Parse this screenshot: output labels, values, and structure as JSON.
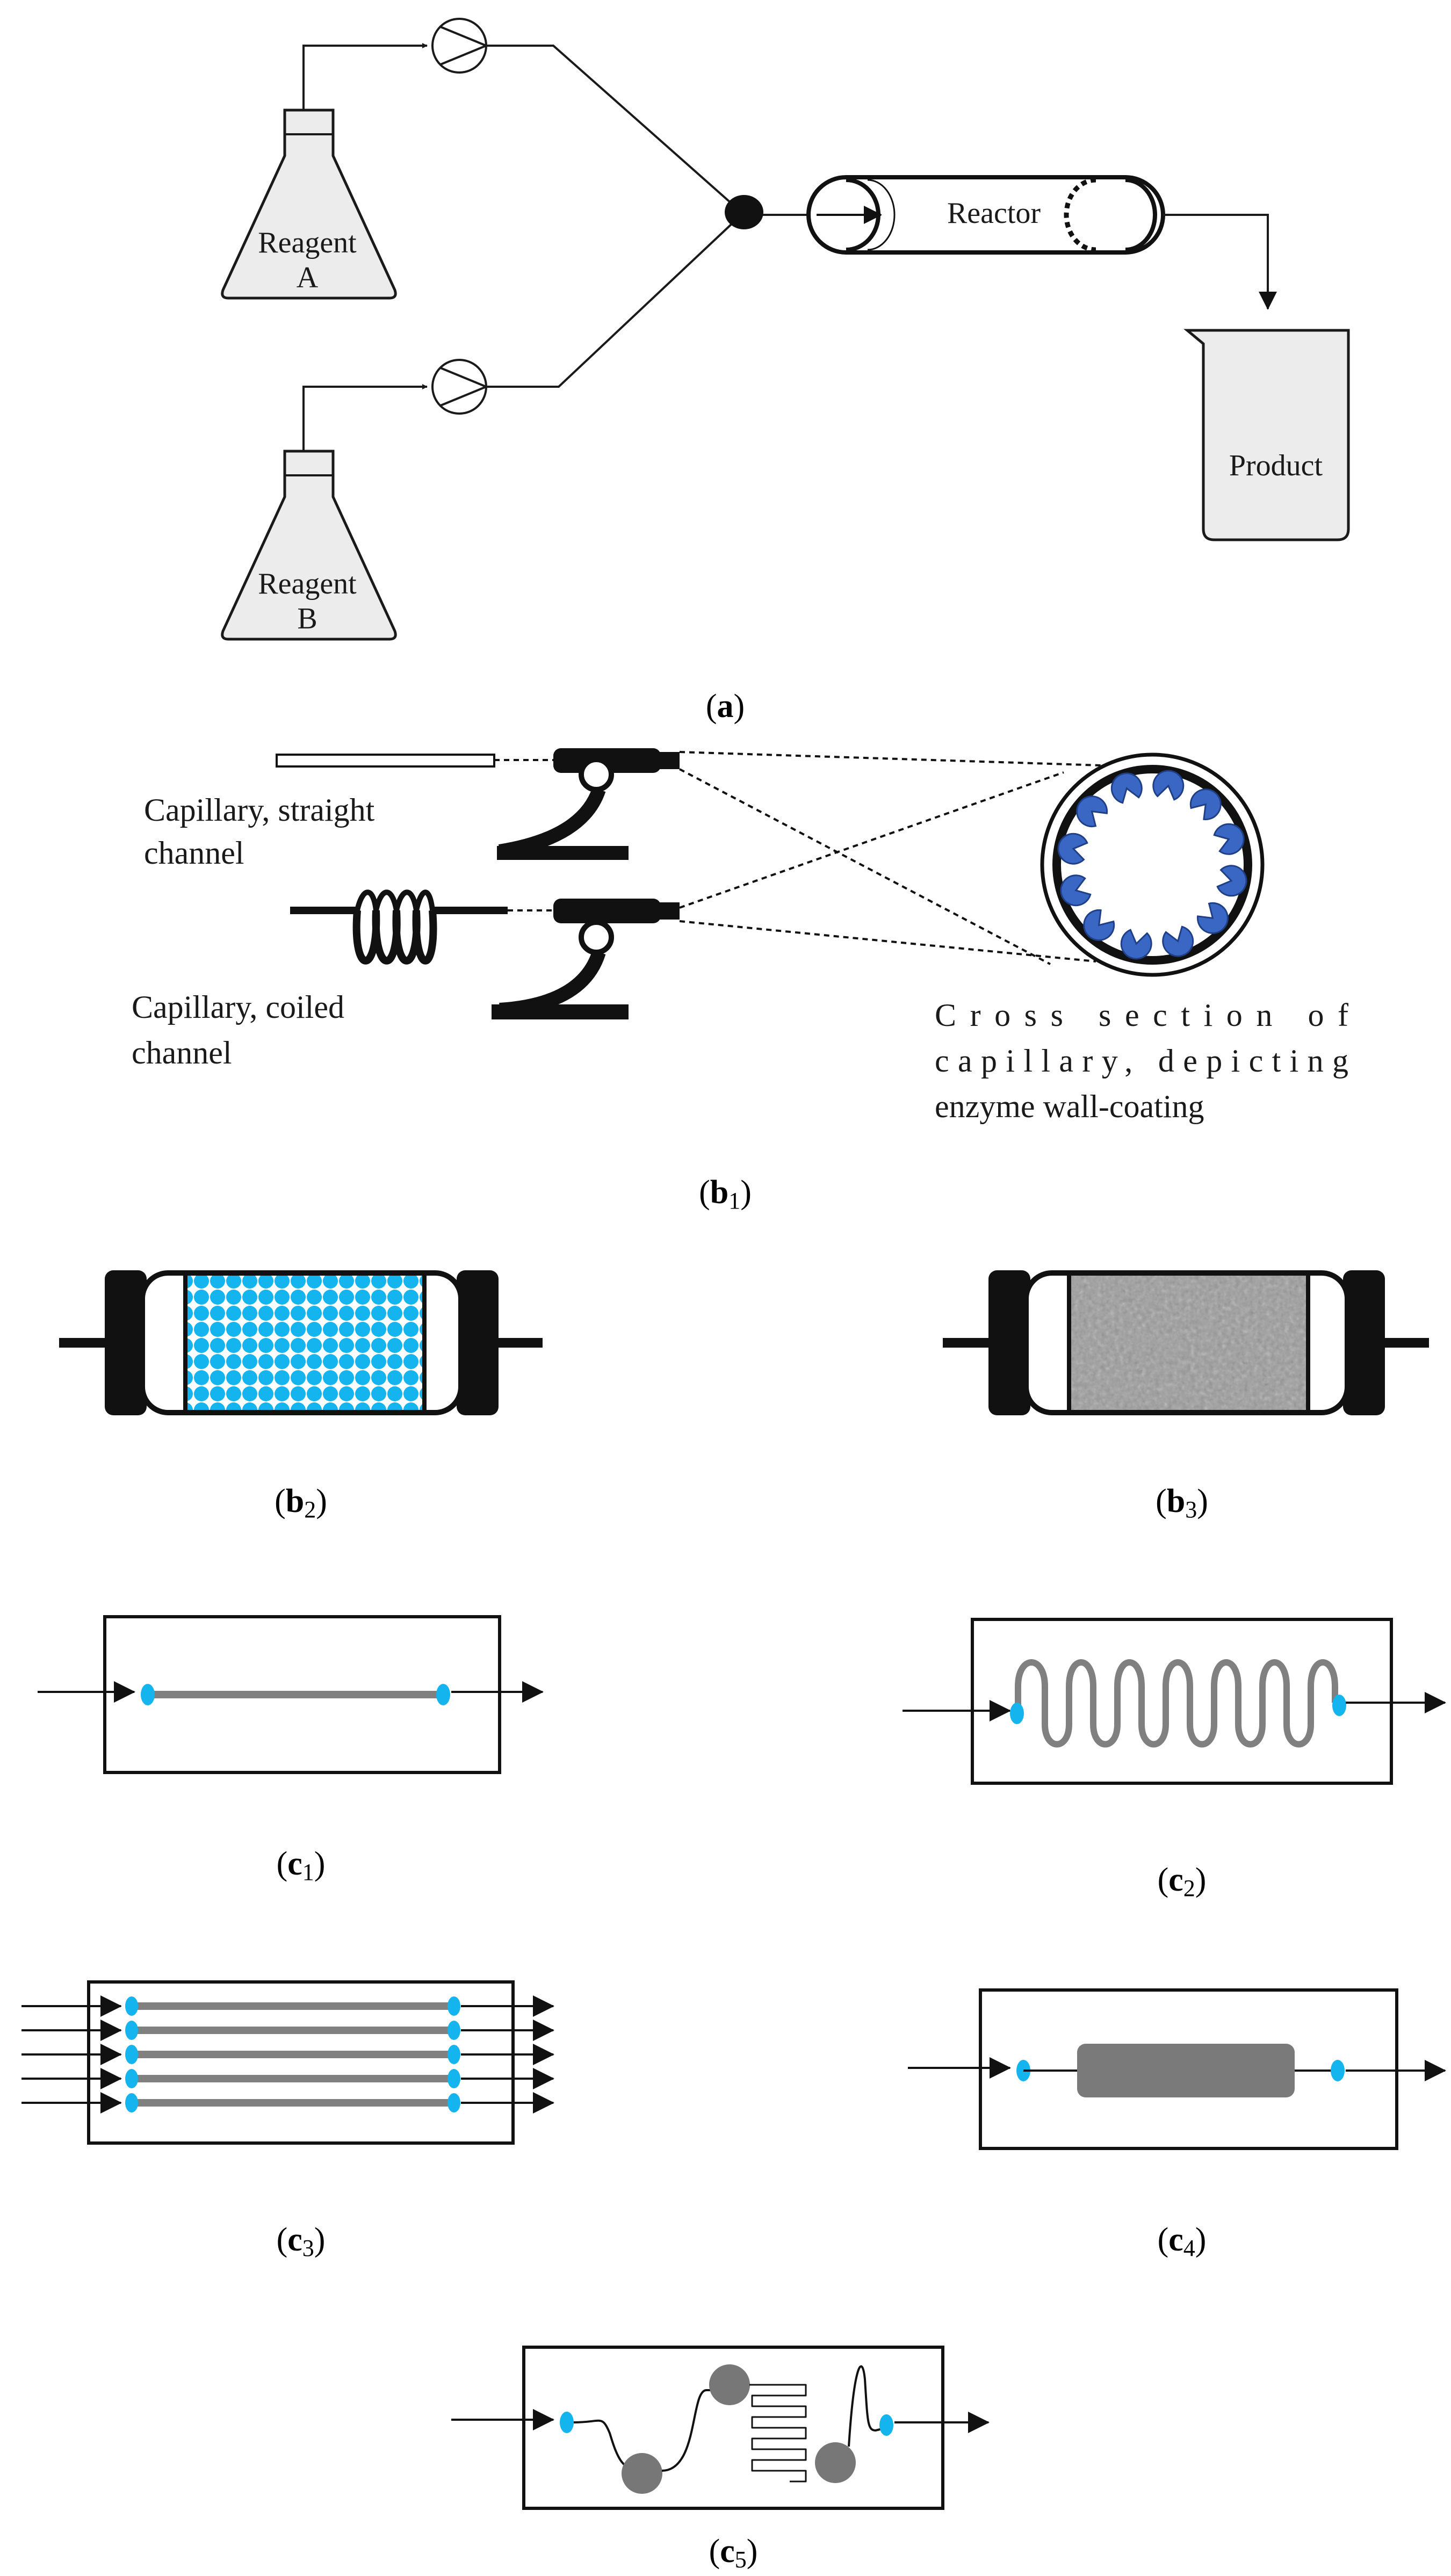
{
  "panel_a": {
    "reagent_a": [
      "Reagent",
      "A"
    ],
    "reagent_b": [
      "Reagent",
      "B"
    ],
    "reactor": "Reactor",
    "product": "Product",
    "caption_letter": "a"
  },
  "panel_b1": {
    "straight_label": [
      "Capillary, straight",
      "channel"
    ],
    "coiled_label": [
      "Capillary, coiled",
      "channel"
    ],
    "cross_section_label": [
      "Cross section of",
      "capillary, depicting",
      "enzyme wall-coating"
    ],
    "caption_letter": "b",
    "caption_sub": "1"
  },
  "panel_b2": {
    "caption_letter": "b",
    "caption_sub": "2"
  },
  "panel_b3": {
    "caption_letter": "b",
    "caption_sub": "3"
  },
  "panel_c1": {
    "caption_letter": "c",
    "caption_sub": "1"
  },
  "panel_c2": {
    "caption_letter": "c",
    "caption_sub": "2"
  },
  "panel_c3": {
    "caption_letter": "c",
    "caption_sub": "3"
  },
  "panel_c4": {
    "caption_letter": "c",
    "caption_sub": "4"
  },
  "panel_c5": {
    "caption_letter": "c",
    "caption_sub": "5"
  },
  "colors": {
    "line": "#1a1a1a",
    "flask_fill": "#ececec",
    "bead_blue": "#14b4ee",
    "enzyme_blue": "#3a66c4",
    "channel_gray": "#808080",
    "block_gray": "#7a7a7a"
  }
}
